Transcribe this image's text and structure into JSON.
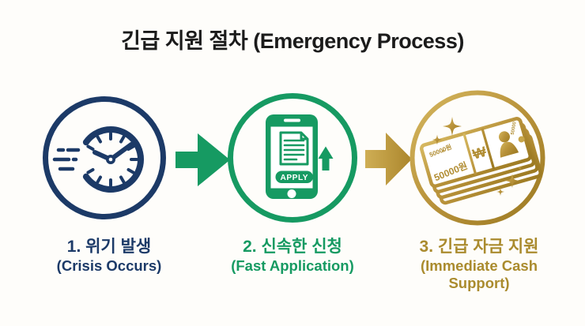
{
  "title": "긴급 지원 절차 (Emergency Process)",
  "steps": [
    {
      "korean": "1. 위기 발생",
      "english": "(Crisis Occurs)"
    },
    {
      "korean": "2. 신속한 신청",
      "english": "(Fast Application)",
      "apply_button": "APPLY"
    },
    {
      "korean": "3. 긴급 자금 지원",
      "english": "(Immediate Cash Support)",
      "note_value": "50000원",
      "note_value_small": "50000",
      "currency_symbol": "₩"
    }
  ],
  "colors": {
    "navy": "#1c3a67",
    "green": "#169a62",
    "gold_dark": "#9c7a22",
    "gold_mid": "#b8923a",
    "gold_light": "#d6b860",
    "gold_text": "#aa8b2e",
    "title_text": "#1b1b1b",
    "background": "#fefdfa"
  }
}
